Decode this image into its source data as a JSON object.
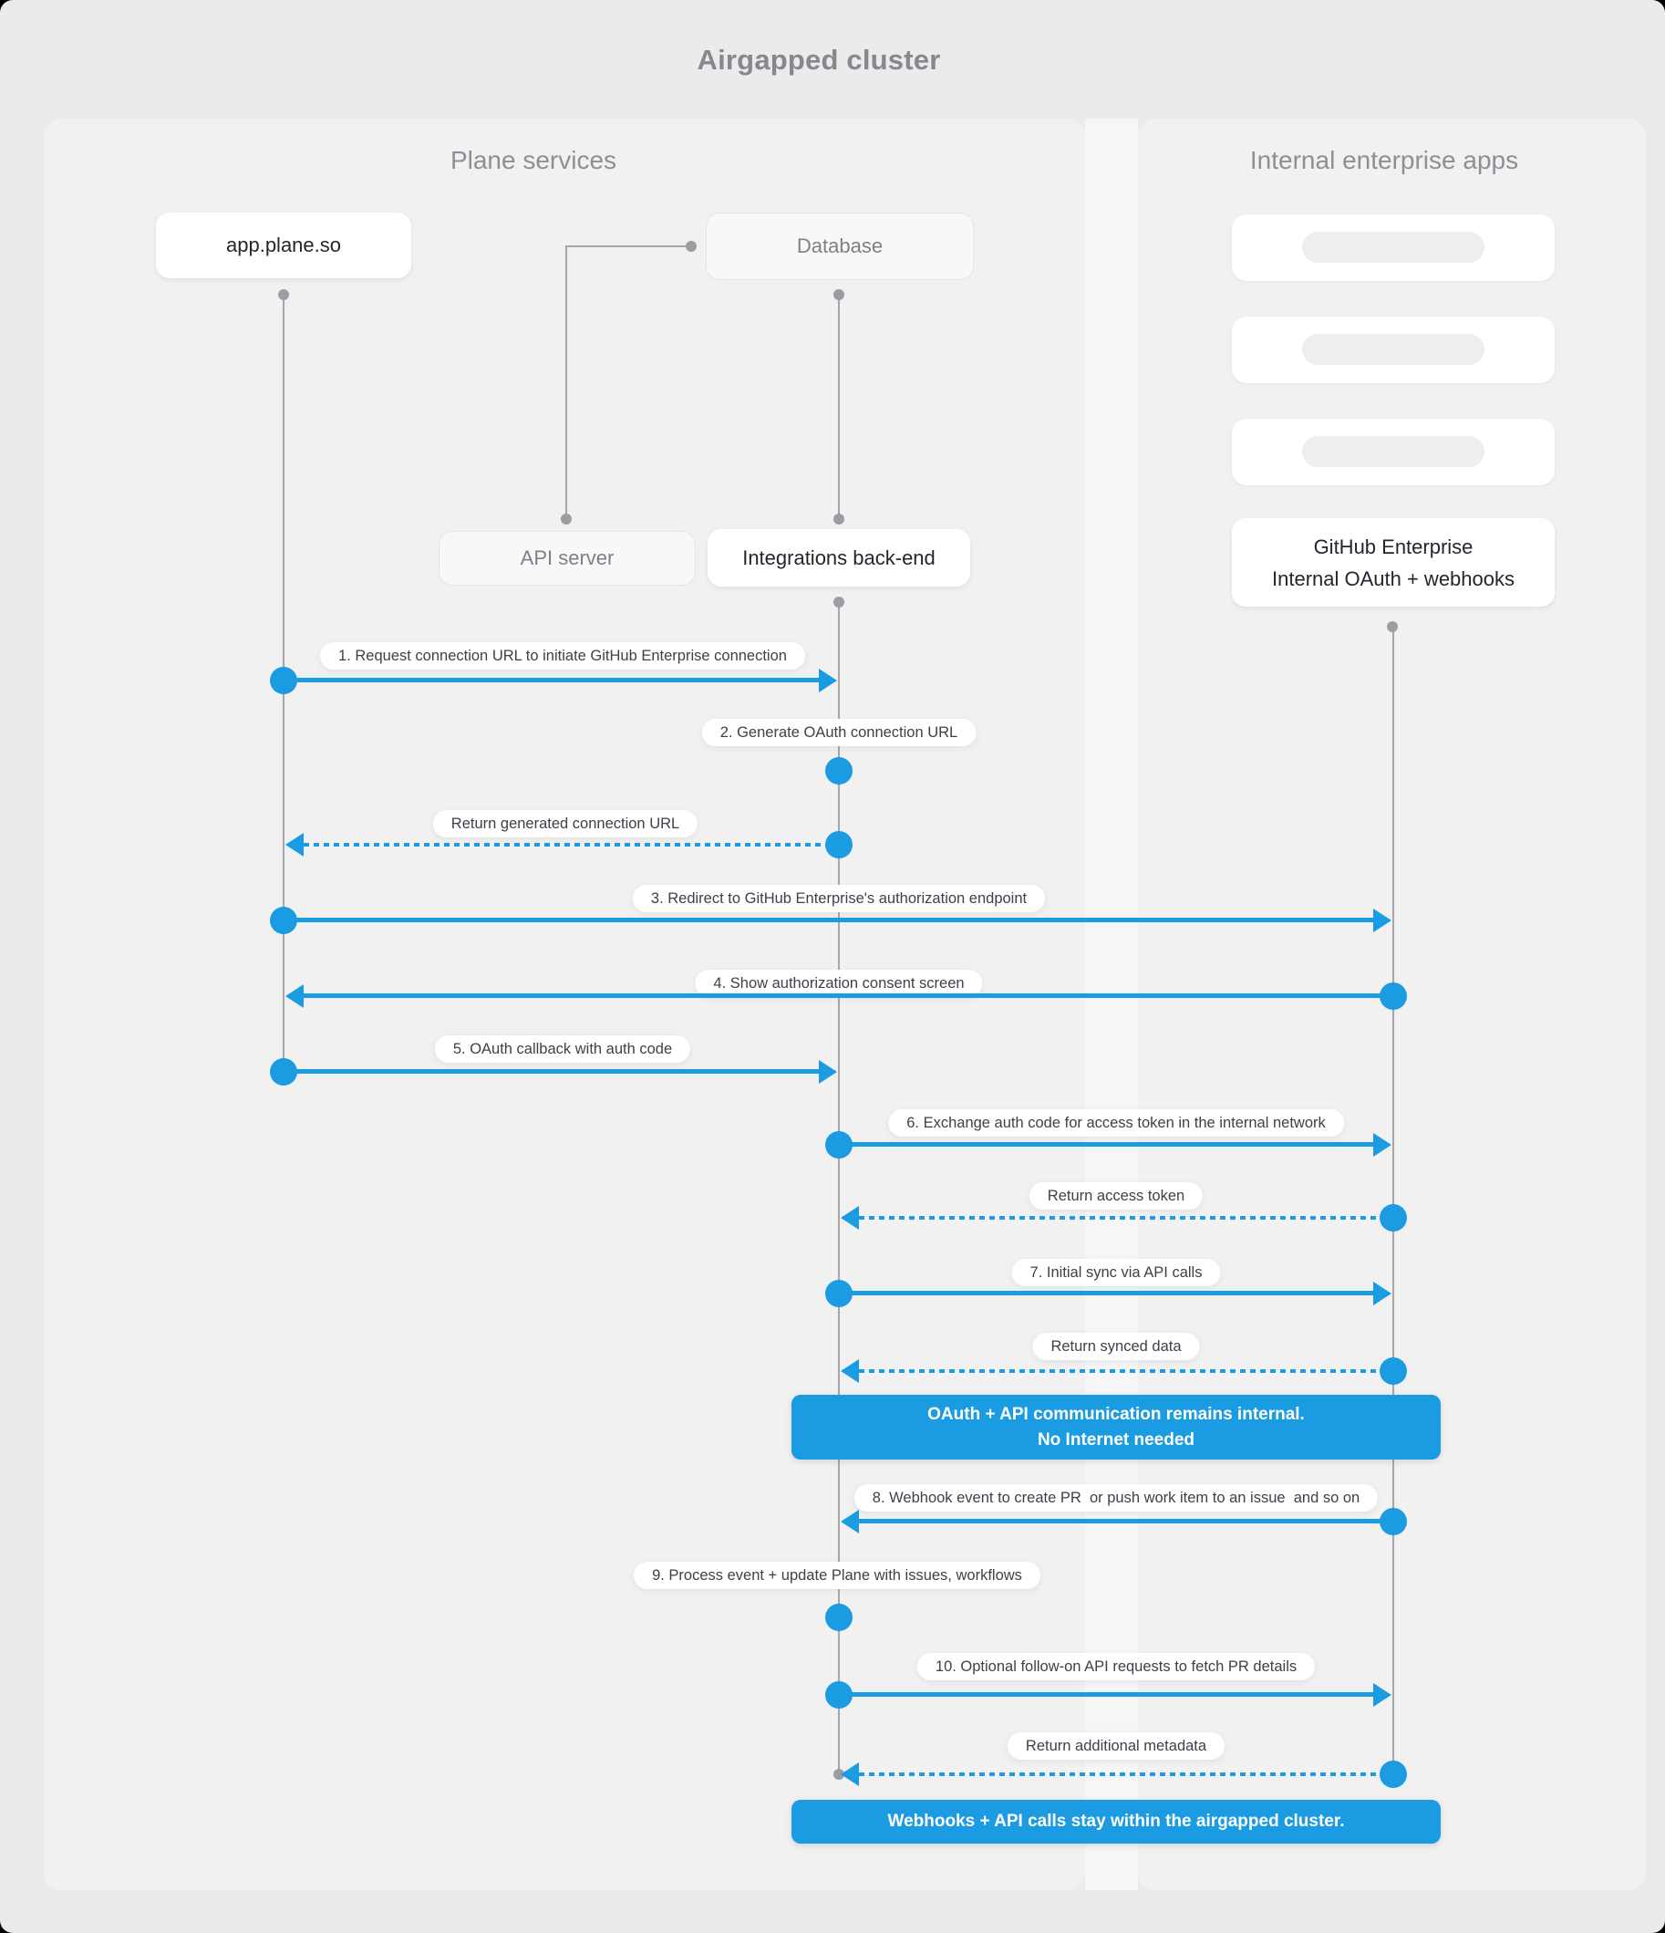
{
  "title": "Airgapped cluster",
  "panels": {
    "left": "Plane services",
    "right": "Internal enterprise apps"
  },
  "actors": {
    "app": "app.plane.so",
    "database": "Database",
    "api_server": "API server",
    "integrations": "Integrations back-end",
    "github_line1": "GitHub Enterprise",
    "github_line2": "Internal OAuth + webhooks"
  },
  "labels": {
    "m1": "1. Request connection URL to initiate GitHub Enterprise connection",
    "m2": "2. Generate OAuth connection URL",
    "m2_return": "Return generated connection URL",
    "m3": "3. Redirect to GitHub Enterprise's authorization endpoint",
    "m4": "4. Show authorization consent screen",
    "m5": "5. OAuth callback with auth code",
    "m6": "6. Exchange auth code for access token in the internal network",
    "m6_return": "Return access token",
    "m7": "7. Initial sync via API calls",
    "m7_return": "Return synced data",
    "m8": "8. Webhook event to create PR  or push work item to an issue  and so on",
    "m9": "9. Process event + update Plane with issues, workflows",
    "m10": "10. Optional follow-on API requests to fetch PR details",
    "m10_return": "Return additional metadata"
  },
  "banners": {
    "internal_line1": "OAuth + API communication remains internal.",
    "internal_line2": "No Internet needed",
    "webhooks": "Webhooks + API calls stay within the airgapped cluster."
  },
  "colors": {
    "accent_blue": "#1b9ce2",
    "page_background": "#ebebec",
    "panel_background": "#f1f1f2",
    "lifeline_gray": "#a5a7aa",
    "dark_text": "#22272e",
    "muted_text": "#7c8189",
    "header_text": "#8c9096"
  }
}
